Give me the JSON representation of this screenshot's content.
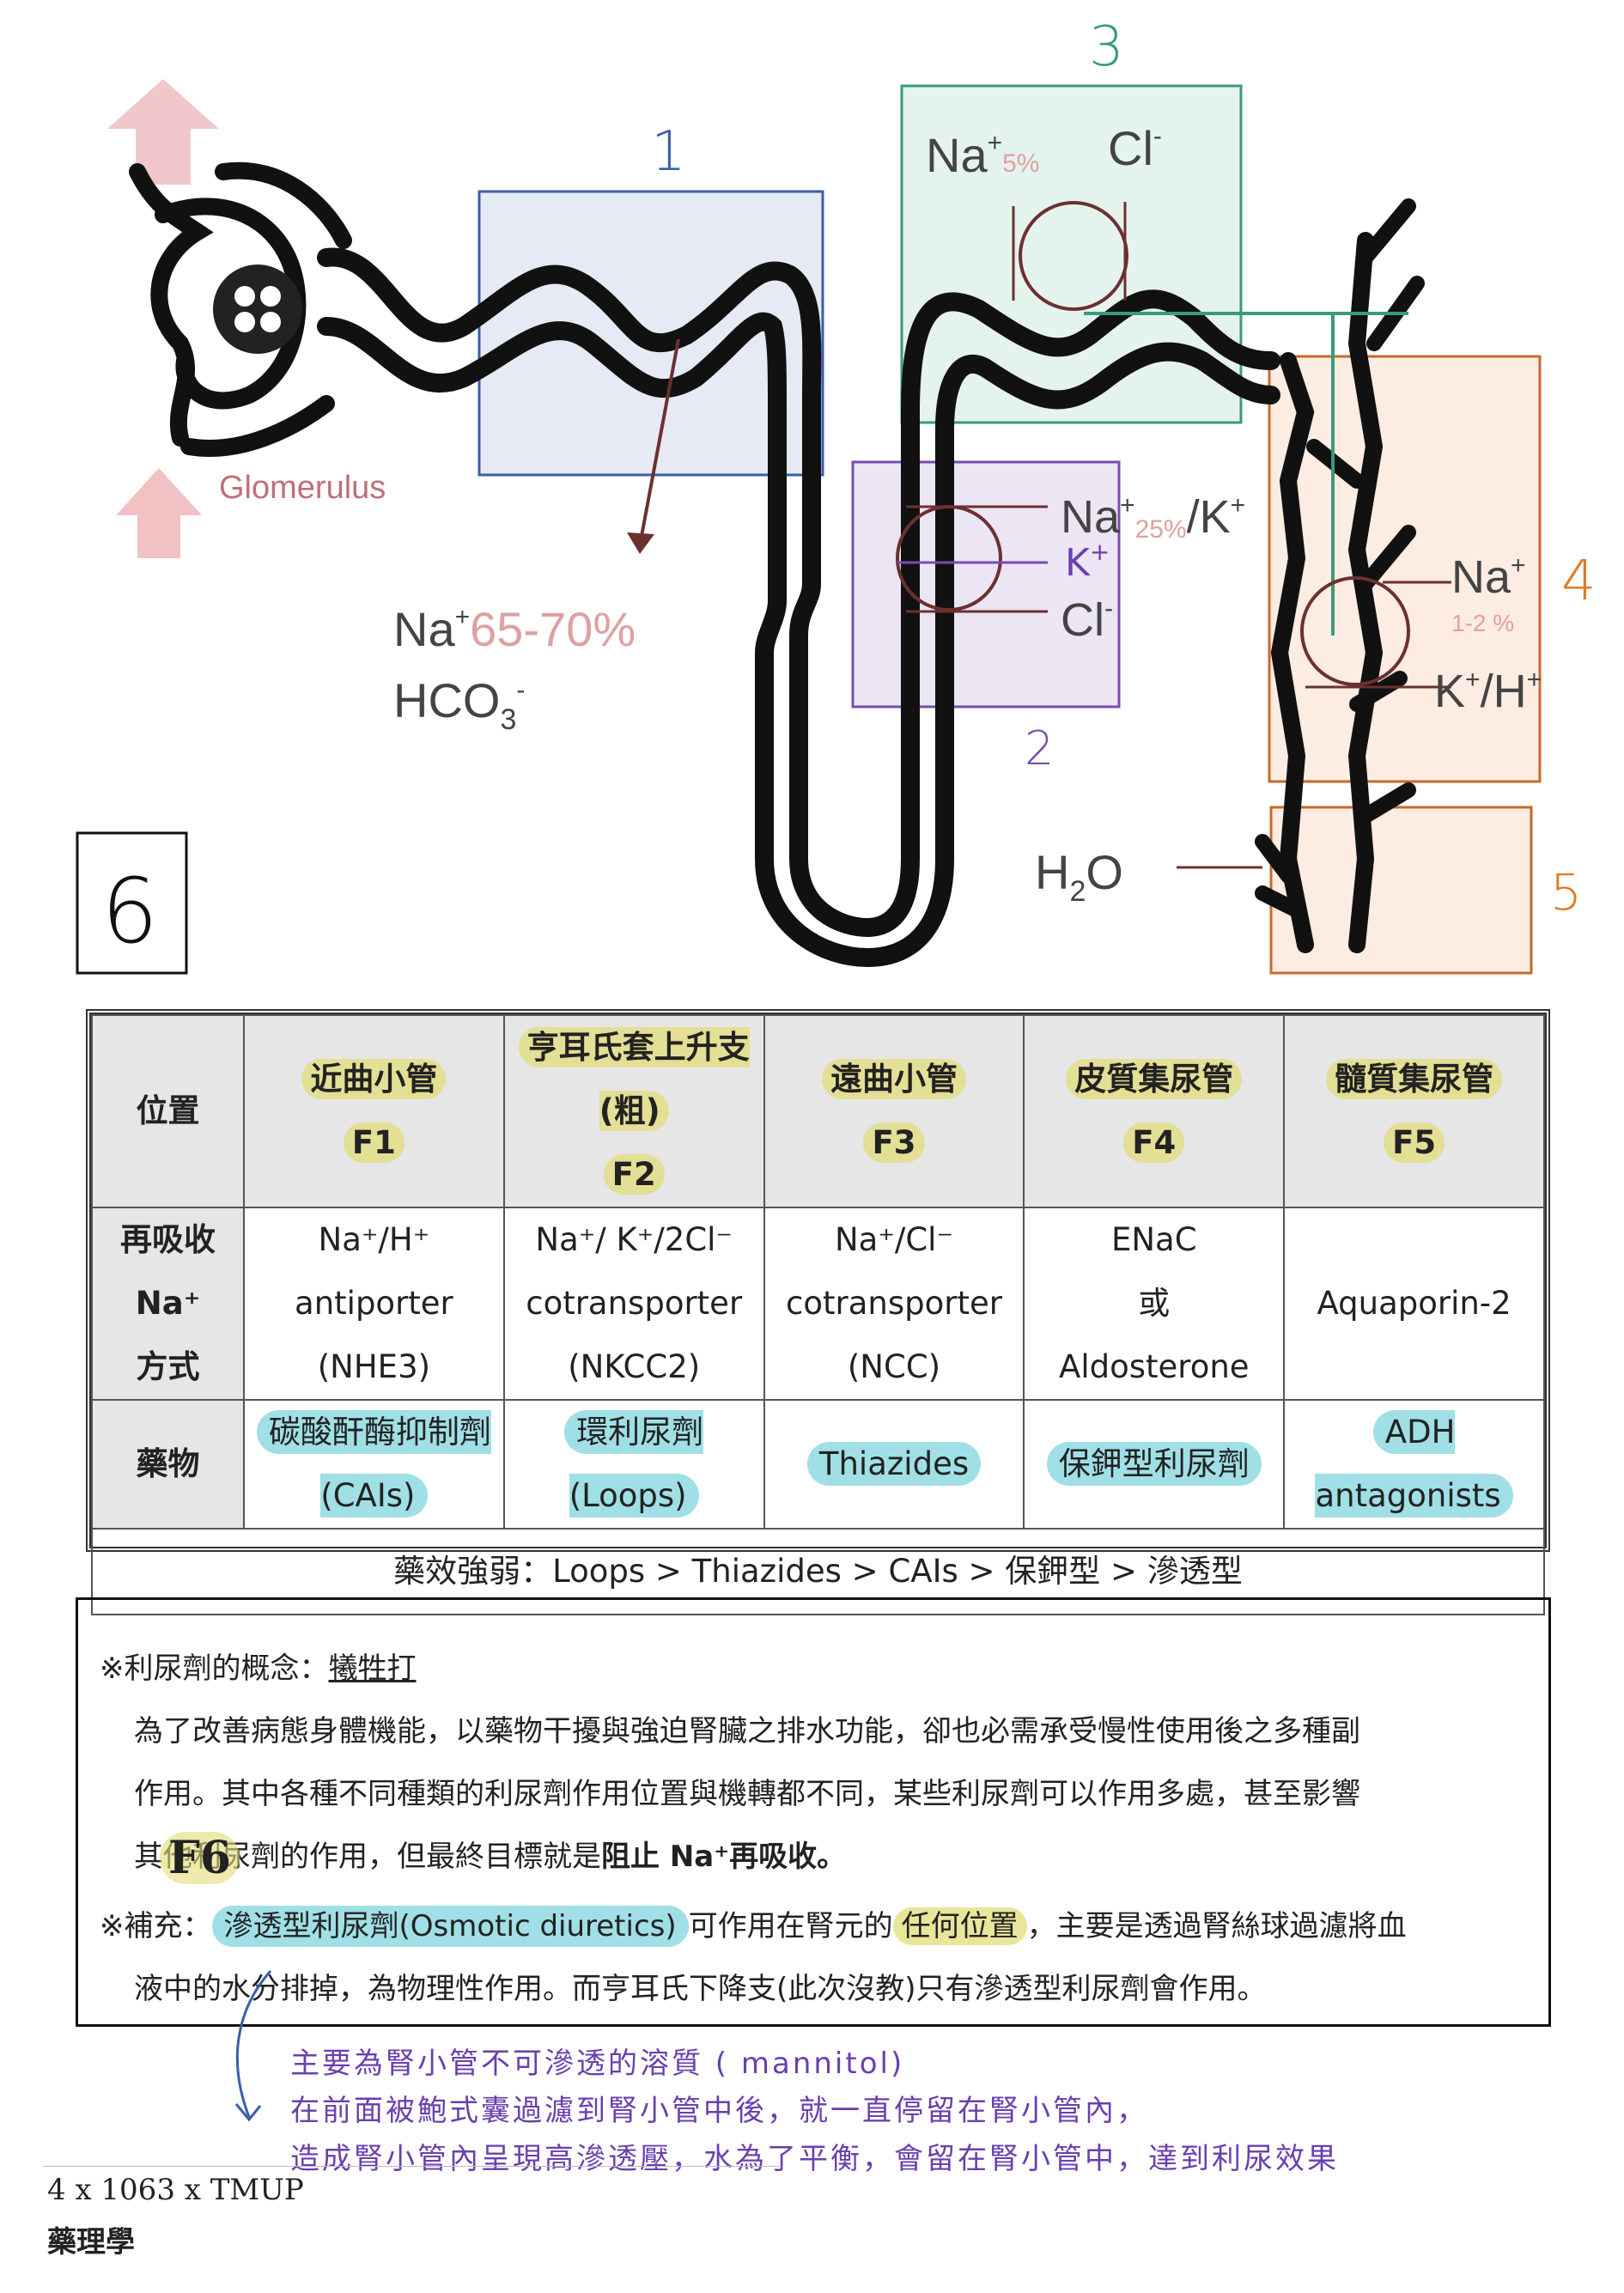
{
  "diagram": {
    "label_glomerulus": "Glomerulus",
    "zone_numbers": [
      "1",
      "2",
      "3",
      "4",
      "5"
    ],
    "section_marker": "6",
    "zone1": {
      "ion1": "Na",
      "pct1": "65-70%",
      "ion2": "HCO",
      "ion2_sub": "3"
    },
    "zone2": {
      "na": "Na",
      "pct": "25%",
      "rest": "/K",
      "k_hand": "K",
      "cl": "Cl"
    },
    "zone3": {
      "na": "Na",
      "pct": "5%",
      "cl": "Cl"
    },
    "zone4": {
      "na": "Na",
      "pct": "1-2 %",
      "kh": "K",
      "kh_rest": "/H"
    },
    "zone5": {
      "h2o": "H",
      "h2o_sub": "2",
      "h2o_end": "O"
    },
    "colors": {
      "zone1": "#3a5fa8",
      "zone2": "#7a4bb0",
      "zone3": "#3a9a7c",
      "zone4": "#c86a2a",
      "zone5": "#c86a2a",
      "arrow": "#6b3030"
    }
  },
  "table": {
    "header_first": "位置",
    "columns": [
      {
        "name": "近曲小管",
        "code": "F1"
      },
      {
        "name": "亨耳氏套上升支(粗)",
        "code": "F2"
      },
      {
        "name": "遠曲小管",
        "code": "F3"
      },
      {
        "name": "皮質集尿管",
        "code": "F4"
      },
      {
        "name": "髓質集尿管",
        "code": "F5"
      }
    ],
    "reabsorb_label": [
      "再吸收",
      "Na⁺",
      "方式"
    ],
    "reabsorb": [
      [
        "Na⁺/H⁺",
        "antiporter",
        "(NHE3)"
      ],
      [
        "Na⁺/ K⁺/2Cl⁻",
        "cotransporter",
        "(NKCC2)"
      ],
      [
        "Na⁺/Cl⁻",
        "cotransporter",
        "(NCC)"
      ],
      [
        "ENaC",
        "或",
        "Aldosterone"
      ],
      [
        "",
        "Aquaporin-2",
        ""
      ]
    ],
    "drug_label": "藥物",
    "drugs": [
      [
        "碳酸酐酶抑制劑",
        "(CAIs)"
      ],
      [
        "環利尿劑",
        "(Loops)"
      ],
      [
        "Thiazides",
        ""
      ],
      [
        "保鉀型利尿劑",
        ""
      ],
      [
        "ADH",
        "antagonists"
      ]
    ],
    "potency": "藥效強弱：Loops > Thiazides > CAIs > 保鉀型 > 滲透型"
  },
  "note": {
    "concept_title": "※利尿劑的概念：",
    "concept_key": "犧牲打",
    "para1_l1": "為了改善病態身體機能，以藥物干擾與強迫腎臟之排水功能，卻也必需承受慢性使用後之多種副",
    "para1_l2": "作用。其中各種不同種類的利尿劑作用位置與機轉都不同，某些利尿劑可以作用多處，甚至影響",
    "para1_l3a": "其他利尿劑的作用，但最終目標就是",
    "para1_l3b": "阻止 Na⁺再吸收。",
    "supp_prefix": "※補充：",
    "supp_hl": "滲透型利尿劑(Osmotic diuretics)",
    "supp_mid": "可作用在腎元的",
    "supp_hl2": "任何位置",
    "supp_end": "，主要是透過腎絲球過濾將血",
    "supp_l2": "液中的水分排掉，為物理性作用。而亨耳氏下降支(此次沒教)只有滲透型利尿劑會作用。",
    "f6": "F6"
  },
  "handwritten": {
    "line1": "主要為腎小管不可滲透的溶質 ( mannitol)",
    "line2": "在前面被鮑式囊過濾到腎小管中後，就一直停留在腎小管內，",
    "line3": "造成腎小管內呈現高滲透壓，水為了平衡，會留在腎小管中，達到利尿效果"
  },
  "footer": {
    "line1": "4 x 1063 x TMUP",
    "line2": "藥理學"
  }
}
